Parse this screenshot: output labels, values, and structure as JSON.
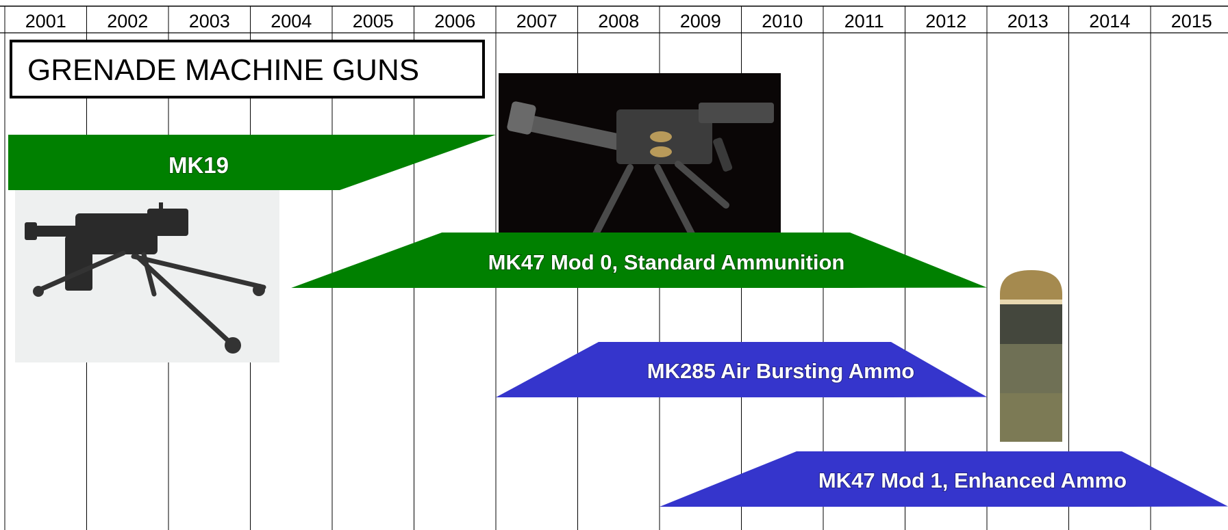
{
  "title": "GRENADE MACHINE GUNS",
  "years": [
    "2001",
    "2002",
    "2003",
    "2004",
    "2005",
    "2006",
    "2007",
    "2008",
    "2009",
    "2010",
    "2011",
    "2012",
    "2013",
    "2014",
    "2015"
  ],
  "programs": [
    {
      "label": "MK19",
      "start_year": 2001,
      "end_year": 2007,
      "color": "#008000"
    },
    {
      "label": "MK47 Mod 0, Standard Ammunition",
      "start_year": 2004.5,
      "end_year": 2013,
      "color": "#008000"
    },
    {
      "label": "MK285 Air Bursting Ammo",
      "start_year": 2007,
      "end_year": 2013,
      "color": "#3535cc"
    },
    {
      "label": "MK47 Mod 1, Enhanced Ammo",
      "start_year": 2009,
      "end_year": 2016,
      "color": "#3535cc"
    }
  ],
  "photos": [
    {
      "name": "mk19-photo",
      "subject": "MK19 grenade machine gun on tripod"
    },
    {
      "name": "mk47-photo",
      "subject": "MK47 grenade machine gun on tripod"
    },
    {
      "name": "ammo-round-photo",
      "subject": "40mm grenade round"
    }
  ],
  "colors": {
    "grid": "#000000",
    "green": "#008000",
    "blue": "#3535cc"
  }
}
